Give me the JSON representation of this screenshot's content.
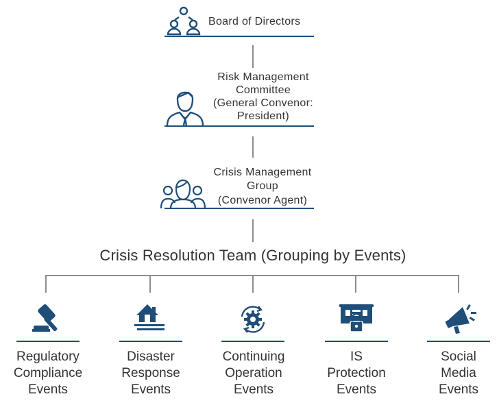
{
  "nodes": {
    "board": {
      "label": "Board of Directors",
      "icon": "people-network-icon"
    },
    "risk": {
      "lines": [
        "Risk Management",
        "Committee",
        "(General Convenor:",
        "President)"
      ],
      "icon": "businessman-icon"
    },
    "crisis_group": {
      "lines": [
        "Crisis Management",
        "Group",
        "(Convenor Agent)"
      ],
      "icon": "group-people-icon"
    }
  },
  "team": {
    "title": "Crisis Resolution Team (Grouping by Events)"
  },
  "events": [
    {
      "lines": [
        "Regulatory",
        "Compliance",
        "Events"
      ],
      "icon": "gavel-icon"
    },
    {
      "lines": [
        "Disaster",
        "Response",
        "Events"
      ],
      "icon": "flooded-house-icon"
    },
    {
      "lines": [
        "Continuing",
        "Operation",
        "Events"
      ],
      "icon": "gear-cycle-icon"
    },
    {
      "lines": [
        "IS",
        "Protection",
        "Events"
      ],
      "icon": "server-lock-icon"
    },
    {
      "lines": [
        "Social",
        "Media",
        "Events"
      ],
      "icon": "megaphone-icon"
    }
  ],
  "colors": {
    "accent": "#1f4e79",
    "connector": "#8c8c8c",
    "text": "#333333"
  }
}
